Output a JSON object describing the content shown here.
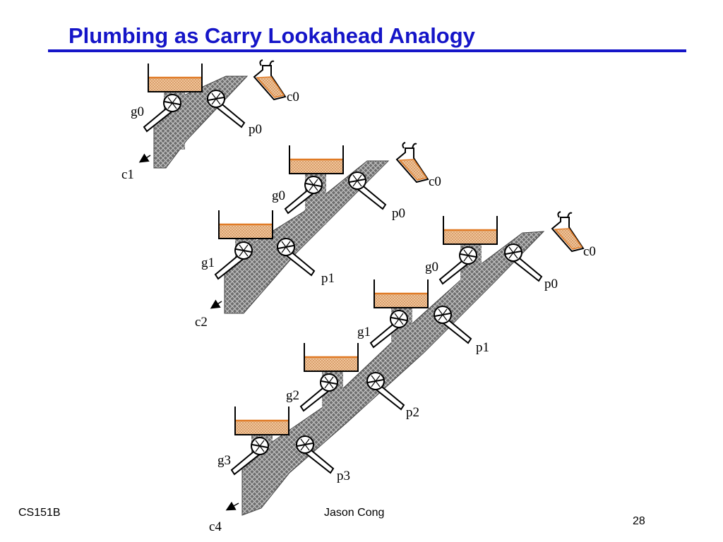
{
  "slide": {
    "title": "Plumbing as Carry Lookahead Analogy",
    "footer_left": "CS151B",
    "footer_center": "Jason Cong",
    "page_number": "28"
  },
  "colors": {
    "title": "#1515c8",
    "water": "#f07f2a",
    "pipe": "#5a5a5a",
    "rule": "#1515c8"
  },
  "diagrams": [
    {
      "name": "one-bit",
      "labels": {
        "c_in": "c0",
        "c_out": "c1"
      },
      "stages": [
        {
          "g": "g0",
          "p": "p0"
        }
      ]
    },
    {
      "name": "two-bit",
      "labels": {
        "c_in": "c0",
        "c_out": "c2"
      },
      "stages": [
        {
          "g": "g0",
          "p": "p0"
        },
        {
          "g": "g1",
          "p": "p1"
        }
      ]
    },
    {
      "name": "four-bit",
      "labels": {
        "c_in": "c0",
        "c_out": "c4"
      },
      "stages": [
        {
          "g": "g0",
          "p": "p0"
        },
        {
          "g": "g1",
          "p": "p1"
        },
        {
          "g": "g2",
          "p": "p2"
        },
        {
          "g": "g3",
          "p": "p3"
        }
      ]
    }
  ],
  "icons": [
    "flask-icon",
    "tank-icon",
    "valve-icon"
  ]
}
